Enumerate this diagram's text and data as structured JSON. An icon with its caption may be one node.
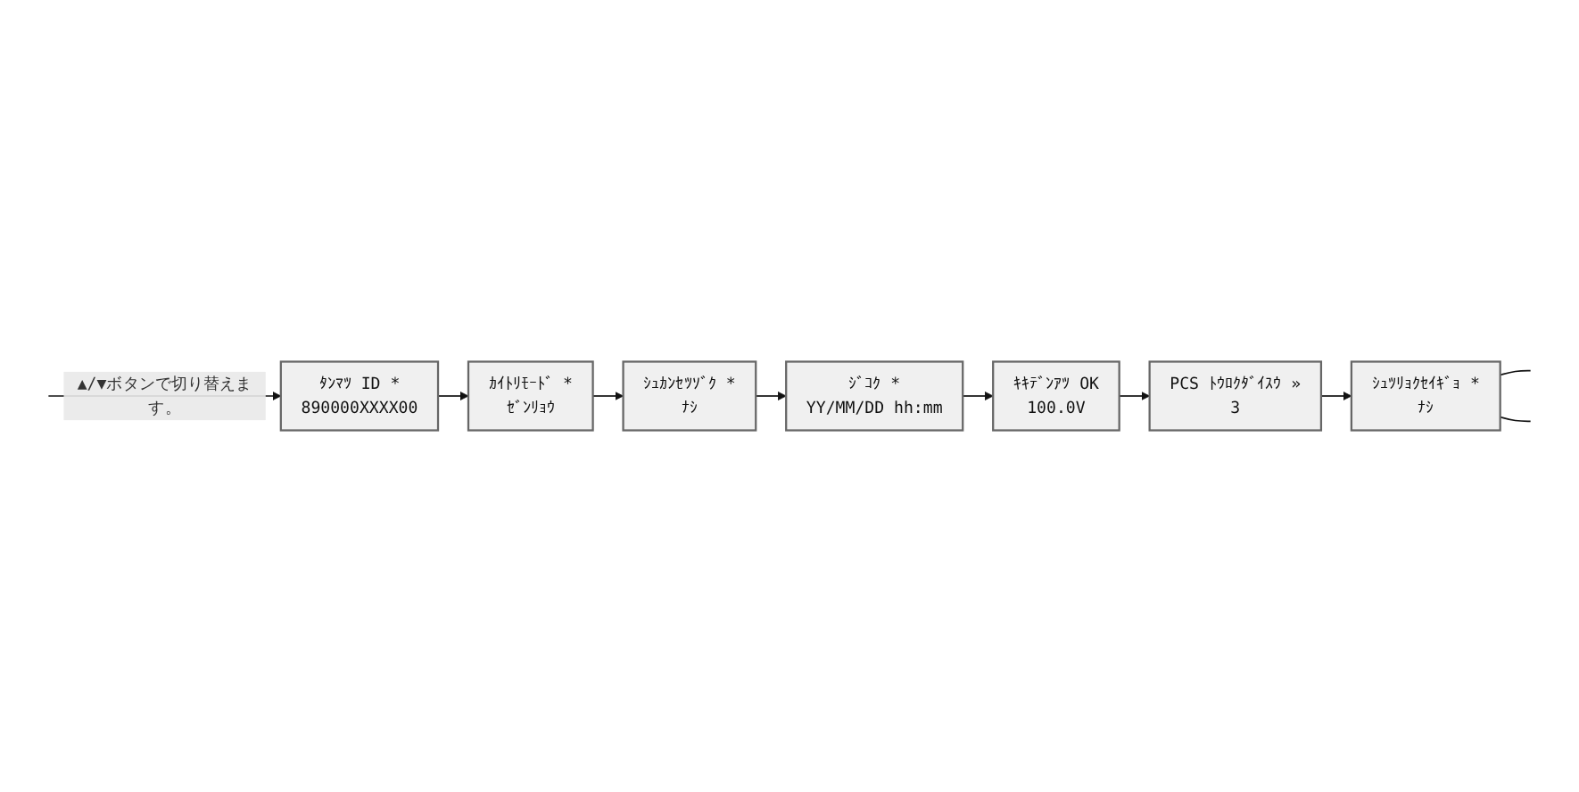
{
  "diagram": {
    "nodes": [
      {
        "text": [
          "ｶｲﾄﾘﾓｰﾄﾞ *",
          "ｾﾞﾝﾘｮｳ"
        ]
      },
      {
        "text": [
          "ﾀﾝﾏﾂ ID *",
          "890000XXXX00"
        ]
      },
      {
        "text": [
          "ｼｭｶﾝｾﾂｿﾞｸ *",
          "ﾅｼ"
        ]
      },
      {
        "text": [
          "ｷｷﾃﾞﾝｱﾂ OK",
          "100.0V"
        ]
      },
      {
        "text": [
          "ｼﾞｺｸ *",
          "YY/MM/DD hh:mm"
        ]
      },
      {
        "text": [
          "PCS ﾄｳﾛｸﾀﾞｲｽｳ »",
          "3"
        ]
      },
      {
        "text": [
          "ｼｭﾂﾘｮｸｾｲｷﾞｮ *",
          "ﾅｼ"
        ]
      }
    ],
    "edges": [
      {
        "from": null,
        "to": 1,
        "arrow": "to",
        "label": "▲/▼ボタンで切り替えます。"
      },
      {
        "from": 1,
        "to": 0,
        "arrow": "to"
      },
      {
        "from": 0,
        "to": 2,
        "arrow": "to"
      },
      {
        "from": 2,
        "to": 4,
        "arrow": "to"
      },
      {
        "from": 4,
        "to": 3,
        "arrow": "to"
      },
      {
        "from": 3,
        "to": 5,
        "arrow": "to"
      },
      {
        "from": 5,
        "to": 6,
        "arrow": "to"
      },
      {
        "from": 6,
        "to": null,
        "arrow": "none"
      },
      {
        "from": 6,
        "to": null,
        "arrow": "none"
      }
    ]
  }
}
